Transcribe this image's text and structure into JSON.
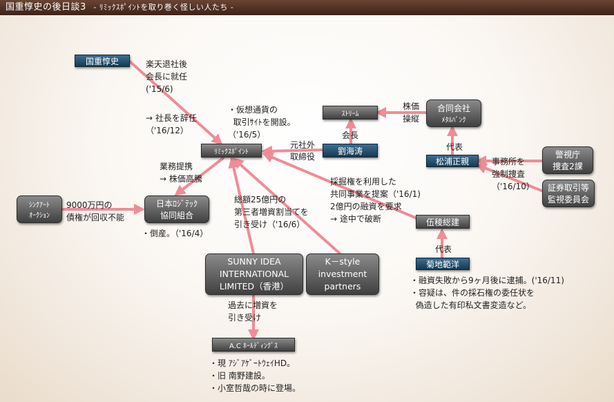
{
  "title": {
    "main": "国重惇史の後日談3",
    "sub": "- ﾘﾐｯｸｽﾎﾟｲﾝﾄを取り巻く怪しい人たち -"
  },
  "nodes": {
    "kunishige": "国重惇史",
    "remix": "ﾘﾐｯｸｽﾎﾟｲﾝﾄ",
    "stream": "ｽﾄﾘｰﾑ",
    "ryu": "劉海涛",
    "godo_line1": "合同会社",
    "godo_line2": "ﾒﾀﾙﾊﾞﾝｸ",
    "matsuura": "松浦正親",
    "keishicho_line1": "警視庁",
    "keishicho_line2": "捜査2課",
    "shoken_line1": "証券取引等",
    "shoken_line2": "監視委員会",
    "synchro_line1": "ｼﾝｸｱｰﾄ",
    "synchro_line2": "ｵｰｸｼｮﾝ",
    "nihon_line1": "日本ﾛｼﾞﾃｯｸ",
    "nihon_line2": "協同組合",
    "itoryo": "伍稜総建",
    "kikuchi": "菊地範洋",
    "sunny_line1": "SUNNY IDEA",
    "sunny_line2": "INTERNATIONAL",
    "sunny_line3": "LIMITED（香港）",
    "kstyle_line1": "K－style",
    "kstyle_line2": "investment",
    "kstyle_line3": "partners",
    "ac": "A.C ﾎｰﾙﾃﾞｨﾝｸﾞｽ"
  },
  "labels": {
    "rakuten": "楽天退社後\n会長に就任\n('15/6)",
    "resign": "→ 社長を辞任\n（'16/12）",
    "crypto": "・仮想通貨の\n  取引ｻｲﾄを開設。\n（'16/5）",
    "kabuka": "株価\n操縦",
    "kaicho": "会長",
    "gaibu": "元社外\n取締役",
    "daihyo1": "代表",
    "jimusho": "事務所を\n強制捜査\n（'16/10）",
    "gyomu": "業務提携\n→ 株価高騰",
    "saiken": "9000万円の\n債権が回収不能",
    "tosan": "・倒産。（'16/4）",
    "sogaku": "総額25億円の\n第三者増資割当てを\n引き受け（'16/6）",
    "saiyo": "採掘権を利用した\n共同事業を提案（'16/1)\n2億円の融資を要求\n→ 途中で破断",
    "daihyo2": "代表",
    "kikuchi_note": "・融資失敗から9ヶ月後に逮捕。('16/11)\n・容疑は、件の採石権の委任状を\n  偽造した有印私文書変造など。",
    "kako": "過去に増資を\n引き受け",
    "ac_note": "・現 ｱｼﾞｱｹﾞｰﾄｳｪｲHD。\n・旧 南野建設。\n・小室哲哉の時に登場。"
  },
  "colors": {
    "arrow": "#f08c96",
    "title_bar": "#4a2b1f"
  }
}
